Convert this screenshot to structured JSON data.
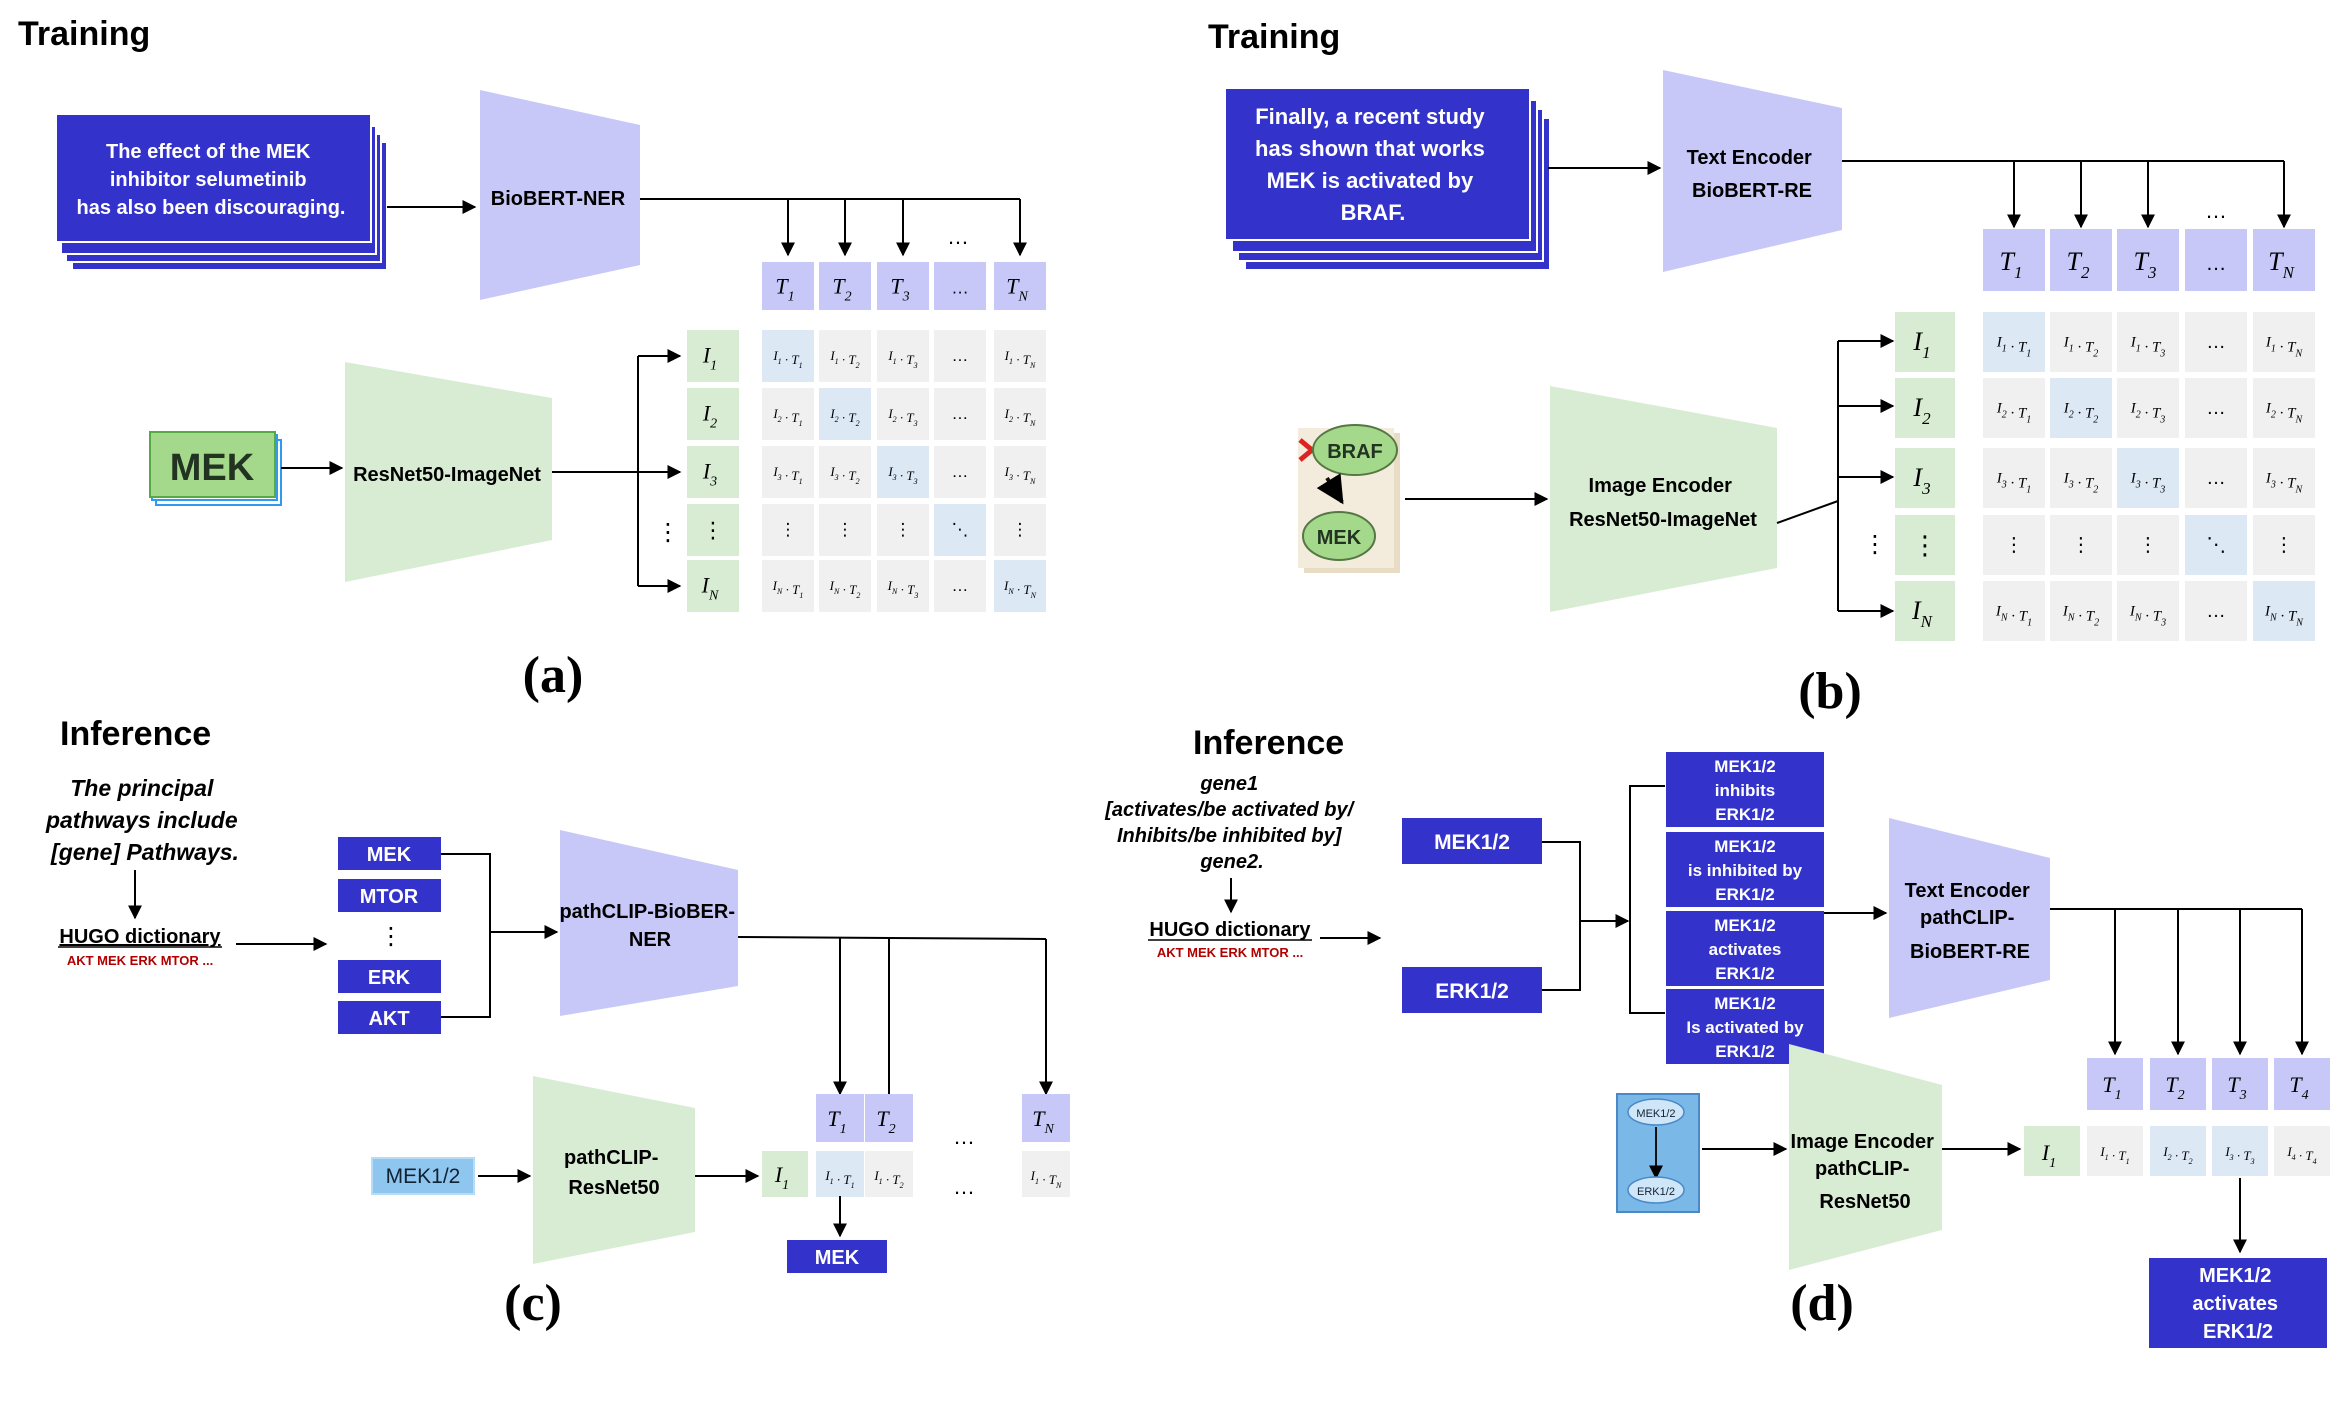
{
  "colors": {
    "blue_box": "#3333cc",
    "purple_enc": "#c8c8f8",
    "green_enc": "#d8ecd4",
    "cell_blue": "#dde8f5",
    "cell_grey": "#f0f0f0",
    "red_text": "#b00000",
    "mek_green": "#a4d88a"
  },
  "panel_a": {
    "heading": "Training",
    "input_text": [
      "The effect of the MEK",
      "inhibitor selumetinib",
      "has also been discouraging."
    ],
    "text_encoder": "BioBERT-NER",
    "image_label": "MEK",
    "image_encoder": "ResNet50-ImageNet",
    "caption": "(a)"
  },
  "panel_b": {
    "heading": "Training",
    "input_text": [
      "Finally, a recent study",
      "has shown that works",
      "MEK is activated by",
      "BRAF."
    ],
    "text_encoder": [
      "Text Encoder",
      "BioBERT-RE"
    ],
    "image_label_top": "BRAF",
    "image_label_bottom": "MEK",
    "image_encoder": [
      "Image Encoder",
      "ResNet50-ImageNet"
    ],
    "caption": "(b)"
  },
  "panel_c": {
    "heading": "Inference",
    "prompt": [
      "The principal",
      "pathways include",
      "[gene] Pathways."
    ],
    "dictionary": "HUGO dictionary",
    "dictionary_genes": "AKT  MEK  ERK  MTOR ...",
    "genes": [
      "MEK",
      "MTOR",
      "ERK",
      "AKT"
    ],
    "text_encoder": [
      "pathCLIP-BioBER-",
      "NER"
    ],
    "image_label": "MEK1/2",
    "image_encoder": [
      "pathCLIP-",
      "ResNet50"
    ],
    "result": "MEK",
    "caption": "(c)"
  },
  "panel_d": {
    "heading": "Inference",
    "prompt": [
      "gene1",
      "[activates/be activated by/",
      "Inhibits/be inhibited by]",
      "gene2."
    ],
    "dictionary": "HUGO dictionary",
    "dictionary_genes": "AKT  MEK  ERK  MTOR ...",
    "gene1": "MEK1/2",
    "gene2": "ERK1/2",
    "sentences": [
      [
        "MEK1/2",
        "inhibits",
        "ERK1/2"
      ],
      [
        "MEK1/2",
        "is inhibited by",
        "ERK1/2"
      ],
      [
        "MEK1/2",
        "activates",
        "ERK1/2"
      ],
      [
        "MEK1/2",
        "Is activated by",
        "ERK1/2"
      ]
    ],
    "text_encoder": [
      "Text Encoder",
      "pathCLIP-",
      "BioBERT-RE"
    ],
    "image_label_top": "MEK1/2",
    "image_label_bottom": "ERK1/2",
    "image_encoder": [
      "Image Encoder",
      "pathCLIP-",
      "ResNet50"
    ],
    "result": [
      "MEK1/2",
      "activates",
      "ERK1/2"
    ],
    "caption": "(d)"
  },
  "symbols": {
    "ellipsis": "…",
    "vdots": "⋮",
    "ddots": "⋱"
  }
}
